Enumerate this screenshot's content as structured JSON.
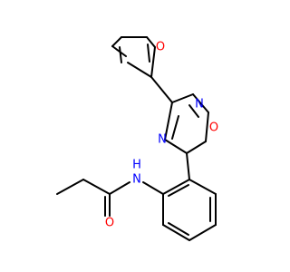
{
  "molecule": {
    "atoms": {
      "furan_o": {
        "symbol": "O",
        "color": "#ff0000"
      },
      "oxadiazole_n_top": {
        "symbol": "N",
        "color": "#0000ff"
      },
      "oxadiazole_o": {
        "symbol": "O",
        "color": "#ff0000"
      },
      "oxadiazole_n_left": {
        "symbol": "N",
        "color": "#0000ff"
      },
      "amide_n": {
        "symbol": "N",
        "color": "#0000ff"
      },
      "amide_h": {
        "symbol": "H",
        "color": "#0000ff"
      },
      "carbonyl_o": {
        "symbol": "O",
        "color": "#ff0000"
      }
    },
    "bond_color": "#000000"
  }
}
